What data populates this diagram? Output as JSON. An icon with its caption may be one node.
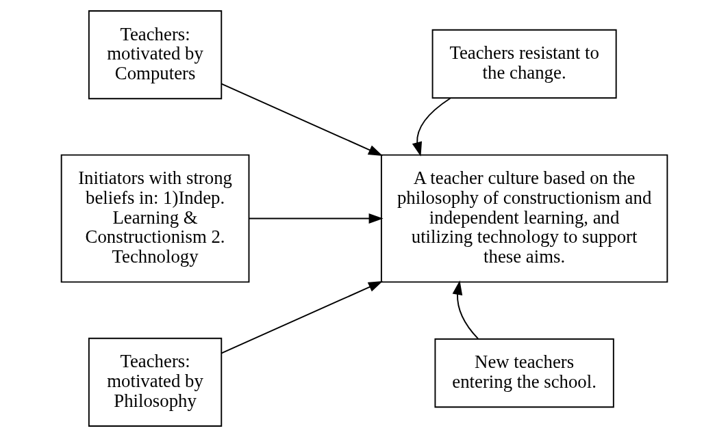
{
  "diagram": {
    "nodes": [
      {
        "text": [
          "Initiators with strong beliefs in: 1)Indep. Learning & Constructionism 2. Technology"
        ]
      },
      {
        "text": [
          "Teachers: motivated by Computers"
        ]
      },
      {
        "text": [
          "Teachers: motivated by Philosophy"
        ]
      },
      {
        "text": [
          "Teachers resistant to the change."
        ]
      },
      {
        "text": [
          "A teacher culture based on the philosophy of constructionism and independent learning, and utilizing technology to support these aims."
        ]
      },
      {
        "text": [
          "New teachers entering the school."
        ]
      }
    ],
    "edges": [
      {
        "from": 0,
        "to": 4,
        "arrow": "to"
      },
      {
        "from": 1,
        "to": 4,
        "arrow": "to"
      },
      {
        "from": 2,
        "to": 4,
        "arrow": "to"
      },
      {
        "from": 3,
        "to": 4,
        "arrow": "to"
      },
      {
        "from": 5,
        "to": 4,
        "arrow": "to"
      }
    ]
  }
}
